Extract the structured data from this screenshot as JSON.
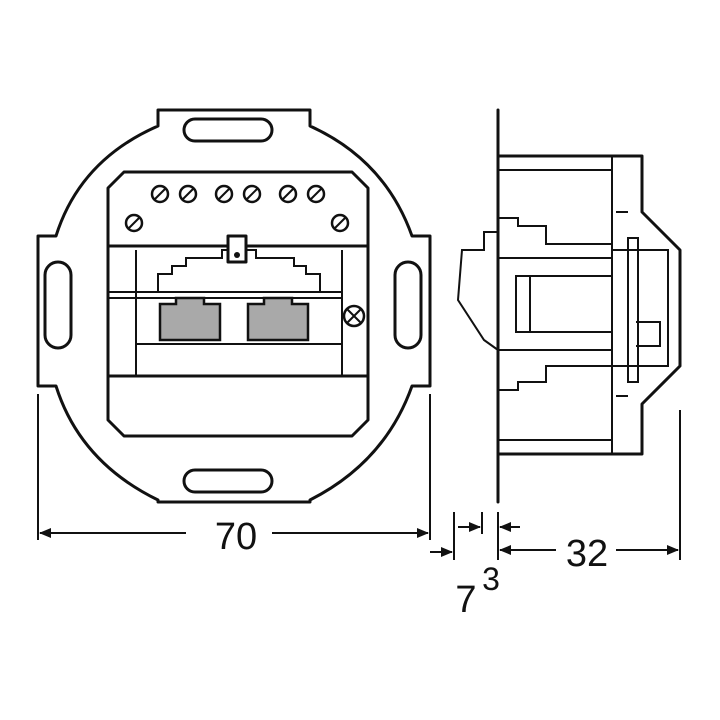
{
  "dimensions": {
    "width_label": "70",
    "depth_label": "32",
    "plate_main": "7",
    "plate_sup": "3"
  },
  "colors": {
    "line": "#111111",
    "jack_fill": "#a9a9a9",
    "background": "#ffffff"
  }
}
